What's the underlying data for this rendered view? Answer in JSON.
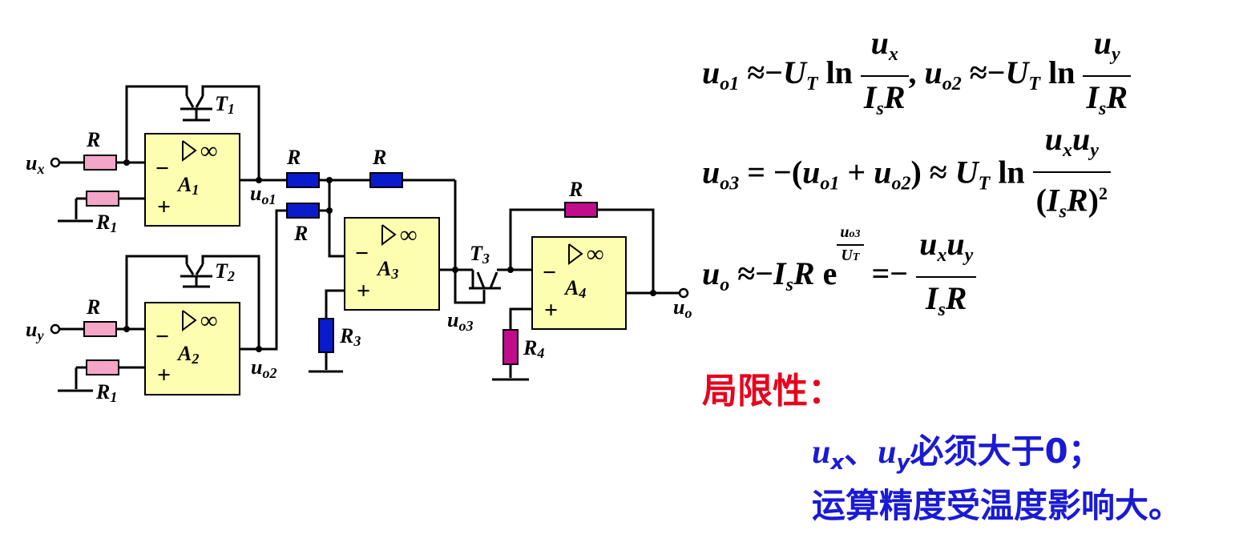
{
  "circuit": {
    "components": {
      "R": "R",
      "R1": "R",
      "R1_sub": "1",
      "R3": "R",
      "R3_sub": "3",
      "R4": "R",
      "R4_sub": "4",
      "A1": "A",
      "A1_sub": "1",
      "A2": "A",
      "A2_sub": "2",
      "A3": "A",
      "A3_sub": "3",
      "A4": "A",
      "A4_sub": "4",
      "T1": "T",
      "T1_sub": "1",
      "T2": "T",
      "T2_sub": "2",
      "T3": "T",
      "T3_sub": "3",
      "infinity": "∞",
      "minus": "−",
      "plus": "+"
    },
    "nodes": {
      "ux": "u",
      "ux_sub": "x",
      "uy": "u",
      "uy_sub": "y",
      "uo1": "u",
      "uo1_sub": "o1",
      "uo2": "u",
      "uo2_sub": "o2",
      "uo3": "u",
      "uo3_sub": "o3",
      "uo": "u",
      "uo_sub": "o"
    },
    "colors": {
      "pink_resistor": "#f4a6c8",
      "blue_resistor": "#0a1acd",
      "magenta_resistor": "#c00d8c",
      "opamp_fill": "#fefeb0"
    }
  },
  "equations": {
    "u": "u",
    "U": "U",
    "I": "I",
    "R": "R",
    "e": "e",
    "ln": "ln",
    "sub_o1": "o1",
    "sub_o2": "o2",
    "sub_o3": "o3",
    "sub_o": "o",
    "sub_T": "T",
    "sub_s": "s",
    "sub_x": "x",
    "sub_y": "y",
    "approx": "≈",
    "minus": "−",
    "plus": "+",
    "equals": "=",
    "comma": ",",
    "lparen": "(",
    "rparen": ")",
    "sq": "2"
  },
  "limitations": {
    "heading": "局限性：",
    "line1_sep": "、",
    "line1_text": "必须大于0；",
    "line2": "运算精度受温度影响大。",
    "color_heading": "#e8001c",
    "color_text": "#1a1ad6"
  }
}
